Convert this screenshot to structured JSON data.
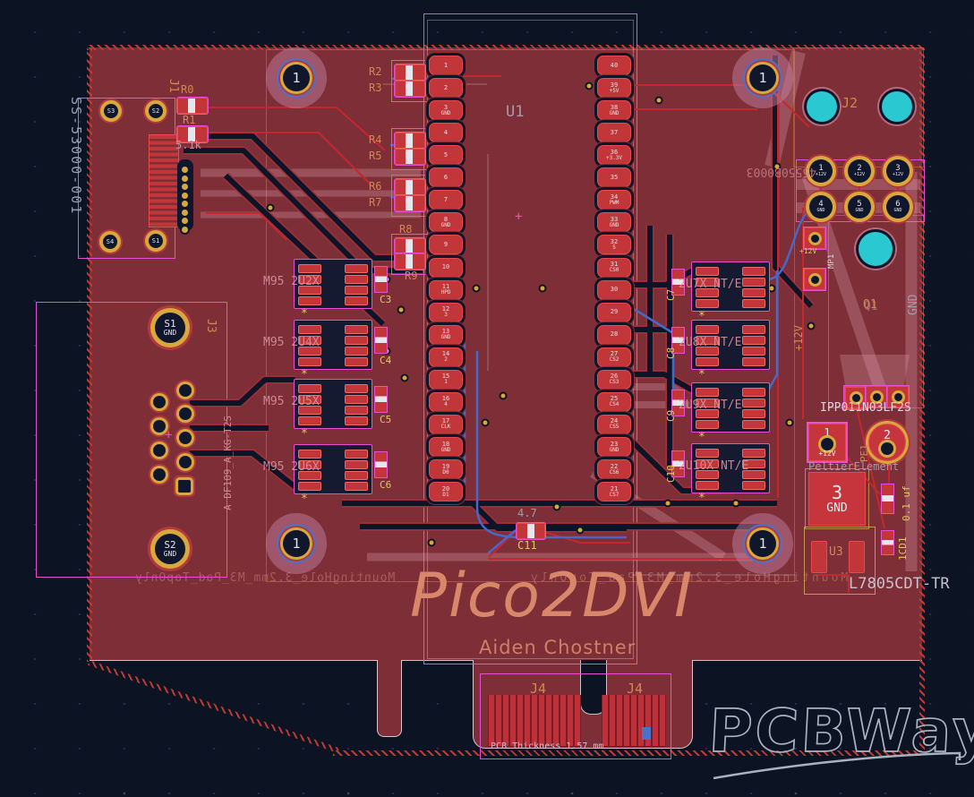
{
  "colors": {
    "background": "#0c1322",
    "board": "#7d2e36",
    "copper": "#c23539",
    "magenta": "#e84fd0",
    "gold": "#d9a83c",
    "cyan": "#2ac9d2",
    "blue_trace": "#4668c8",
    "red_trace": "#c5272e",
    "silk_orange": "#d4874f",
    "value_yellow": "#ddca5e",
    "rose_zone": "#d795a5",
    "watermark_gray": "#aab2c2"
  },
  "board": {
    "title": "Pico2DVI",
    "author": "Aiden Chostner",
    "thickness_note": "PCB Thickness 1.57 mm",
    "watermark": "PCBWay",
    "origin_marker": "+"
  },
  "silkscreen": {
    "mounting_hole_footprint": "MountingHole_3.2mm_M3_Pad_TopOnly",
    "mounting_hole_number": "1"
  },
  "j1": {
    "ref": "J1",
    "part": "SS-53000-001",
    "shield_pads": [
      "S3",
      "S2",
      "S4",
      "S1"
    ]
  },
  "ground_pads": [
    {
      "ref": "S1",
      "net": "GND"
    },
    {
      "ref": "S2",
      "net": "GND"
    }
  ],
  "j2": {
    "ref": "J2",
    "mirrored_text": "45550B0003",
    "pins": [
      {
        "n": "1",
        "net": "+12V"
      },
      {
        "n": "2",
        "net": "+12V"
      },
      {
        "n": "3",
        "net": "+12V"
      },
      {
        "n": "4",
        "net": "GND"
      },
      {
        "n": "5",
        "net": "GND"
      },
      {
        "n": "6",
        "net": "GND"
      }
    ]
  },
  "j3": {
    "ref": "J3",
    "part": "A DF109_A_KG-T2S"
  },
  "j4": {
    "ref_left": "J4",
    "ref_right": "J4"
  },
  "u1": {
    "ref": "U1",
    "pins_left": [
      {
        "n": "1",
        "net": ""
      },
      {
        "n": "2",
        "net": ""
      },
      {
        "n": "3",
        "net": "GND"
      },
      {
        "n": "4",
        "net": ""
      },
      {
        "n": "5",
        "net": ""
      },
      {
        "n": "6",
        "net": ""
      },
      {
        "n": "7",
        "net": ""
      },
      {
        "n": "8",
        "net": "GND"
      },
      {
        "n": "9",
        "net": ""
      },
      {
        "n": "10",
        "net": ""
      },
      {
        "n": "11",
        "net": "HPD"
      },
      {
        "n": "12",
        "net": "3"
      },
      {
        "n": "13",
        "net": "GND"
      },
      {
        "n": "14",
        "net": "2"
      },
      {
        "n": "15",
        "net": "1"
      },
      {
        "n": "16",
        "net": "4"
      },
      {
        "n": "17",
        "net": "CLK"
      },
      {
        "n": "18",
        "net": "GND"
      },
      {
        "n": "19",
        "net": "D0"
      },
      {
        "n": "20",
        "net": "D1"
      }
    ],
    "pins_right": [
      {
        "n": "40",
        "net": ""
      },
      {
        "n": "39",
        "net": "+5V"
      },
      {
        "n": "38",
        "net": "GND"
      },
      {
        "n": "37",
        "net": ""
      },
      {
        "n": "36",
        "net": "+3.3V"
      },
      {
        "n": "35",
        "net": ""
      },
      {
        "n": "34",
        "net": "PWM"
      },
      {
        "n": "33",
        "net": "GND"
      },
      {
        "n": "32",
        "net": "5"
      },
      {
        "n": "31",
        "net": "CS0"
      },
      {
        "n": "30",
        "net": ""
      },
      {
        "n": "29",
        "net": ""
      },
      {
        "n": "28",
        "net": ""
      },
      {
        "n": "27",
        "net": "CS2"
      },
      {
        "n": "26",
        "net": "CS3"
      },
      {
        "n": "25",
        "net": "CS4"
      },
      {
        "n": "24",
        "net": "CS5"
      },
      {
        "n": "23",
        "net": "GND"
      },
      {
        "n": "22",
        "net": "CS6"
      },
      {
        "n": "21",
        "net": "CS7"
      }
    ]
  },
  "resistors": {
    "r0": {
      "ref": "R0"
    },
    "r1": {
      "ref": "R1",
      "value": "5.1k"
    },
    "pairs": [
      [
        "R2",
        "R3"
      ],
      [
        "R4",
        "R5"
      ],
      [
        "R6",
        "R7"
      ]
    ],
    "r8": "R8",
    "r9": "R9"
  },
  "optocouplers": {
    "star": "*",
    "left": [
      {
        "label": "M95 2U2X",
        "cap": "C3"
      },
      {
        "label": "M95 2U4X",
        "cap": "C4"
      },
      {
        "label": "M95 2U5X",
        "cap": "C5"
      },
      {
        "label": "M95 2U6X",
        "cap": "C6"
      }
    ],
    "right": [
      {
        "label": "2U7X NT/E",
        "cap": "C7"
      },
      {
        "label": "2U8X NT/E",
        "cap": "C8"
      },
      {
        "label": "2U9X NT/E",
        "cap": "C9"
      },
      {
        "label": "2U10X NT/E",
        "cap": "C10"
      }
    ]
  },
  "q1": {
    "ref": "Q1",
    "part": "IPP011N03LF2S",
    "gnd_label": "GND"
  },
  "mp1": {
    "ref": "MP1",
    "net": "+12V"
  },
  "power": {
    "plus12v": "+12V"
  },
  "peltier": {
    "ref": "PE1",
    "label": "PeltierElement",
    "pads": [
      {
        "n": "1",
        "net": "+12V"
      },
      {
        "n": "2",
        "net": ""
      },
      {
        "n": "3",
        "net": "GND"
      }
    ]
  },
  "caps": {
    "c11": {
      "ref": "C11",
      "value": "4.7"
    },
    "c_01uf": {
      "value": "0.1 uf"
    },
    "c_1cd1": {
      "ref": "1CD1"
    }
  },
  "u3": {
    "ref": "U3",
    "part": "L7805CDT-TR"
  }
}
